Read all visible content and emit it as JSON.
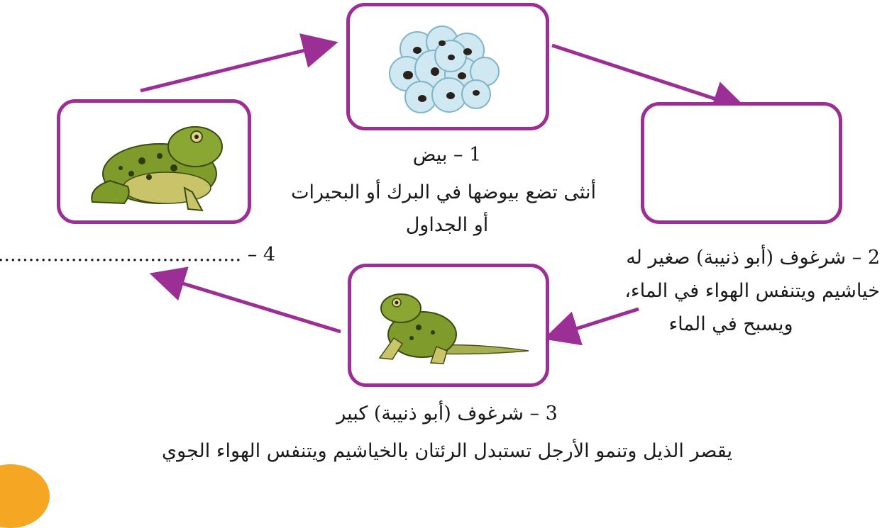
{
  "stages": {
    "s1": {
      "title": "1 – بيض",
      "desc_lines": [
        "أنثى تضع بيوضها في البرك أو البحيرات",
        "أو الجداول"
      ]
    },
    "s2": {
      "lines": [
        "2 – شرغوف (أبو ذنيبة) صغير له",
        "خياشيم ويتنفس الهواء في الماء،",
        "ويسبح في الماء"
      ]
    },
    "s3": {
      "title": "3 – شرغوف (أبو ذنيبة) كبير",
      "desc": "يقصر الذيل وتنمو الأرجل تستبدل الرئتان بالخياشيم ويتنفس الهواء الجوي"
    },
    "s4": {
      "label": "4 – ........................................"
    }
  },
  "icons": [
    "frog-eggs-icon",
    "tadpole-with-legs-icon",
    "adult-frog-icon"
  ],
  "colors": {
    "frame": "#9b2f96",
    "arrow": "#9b2f96",
    "corner_accent": "#f5a623"
  }
}
